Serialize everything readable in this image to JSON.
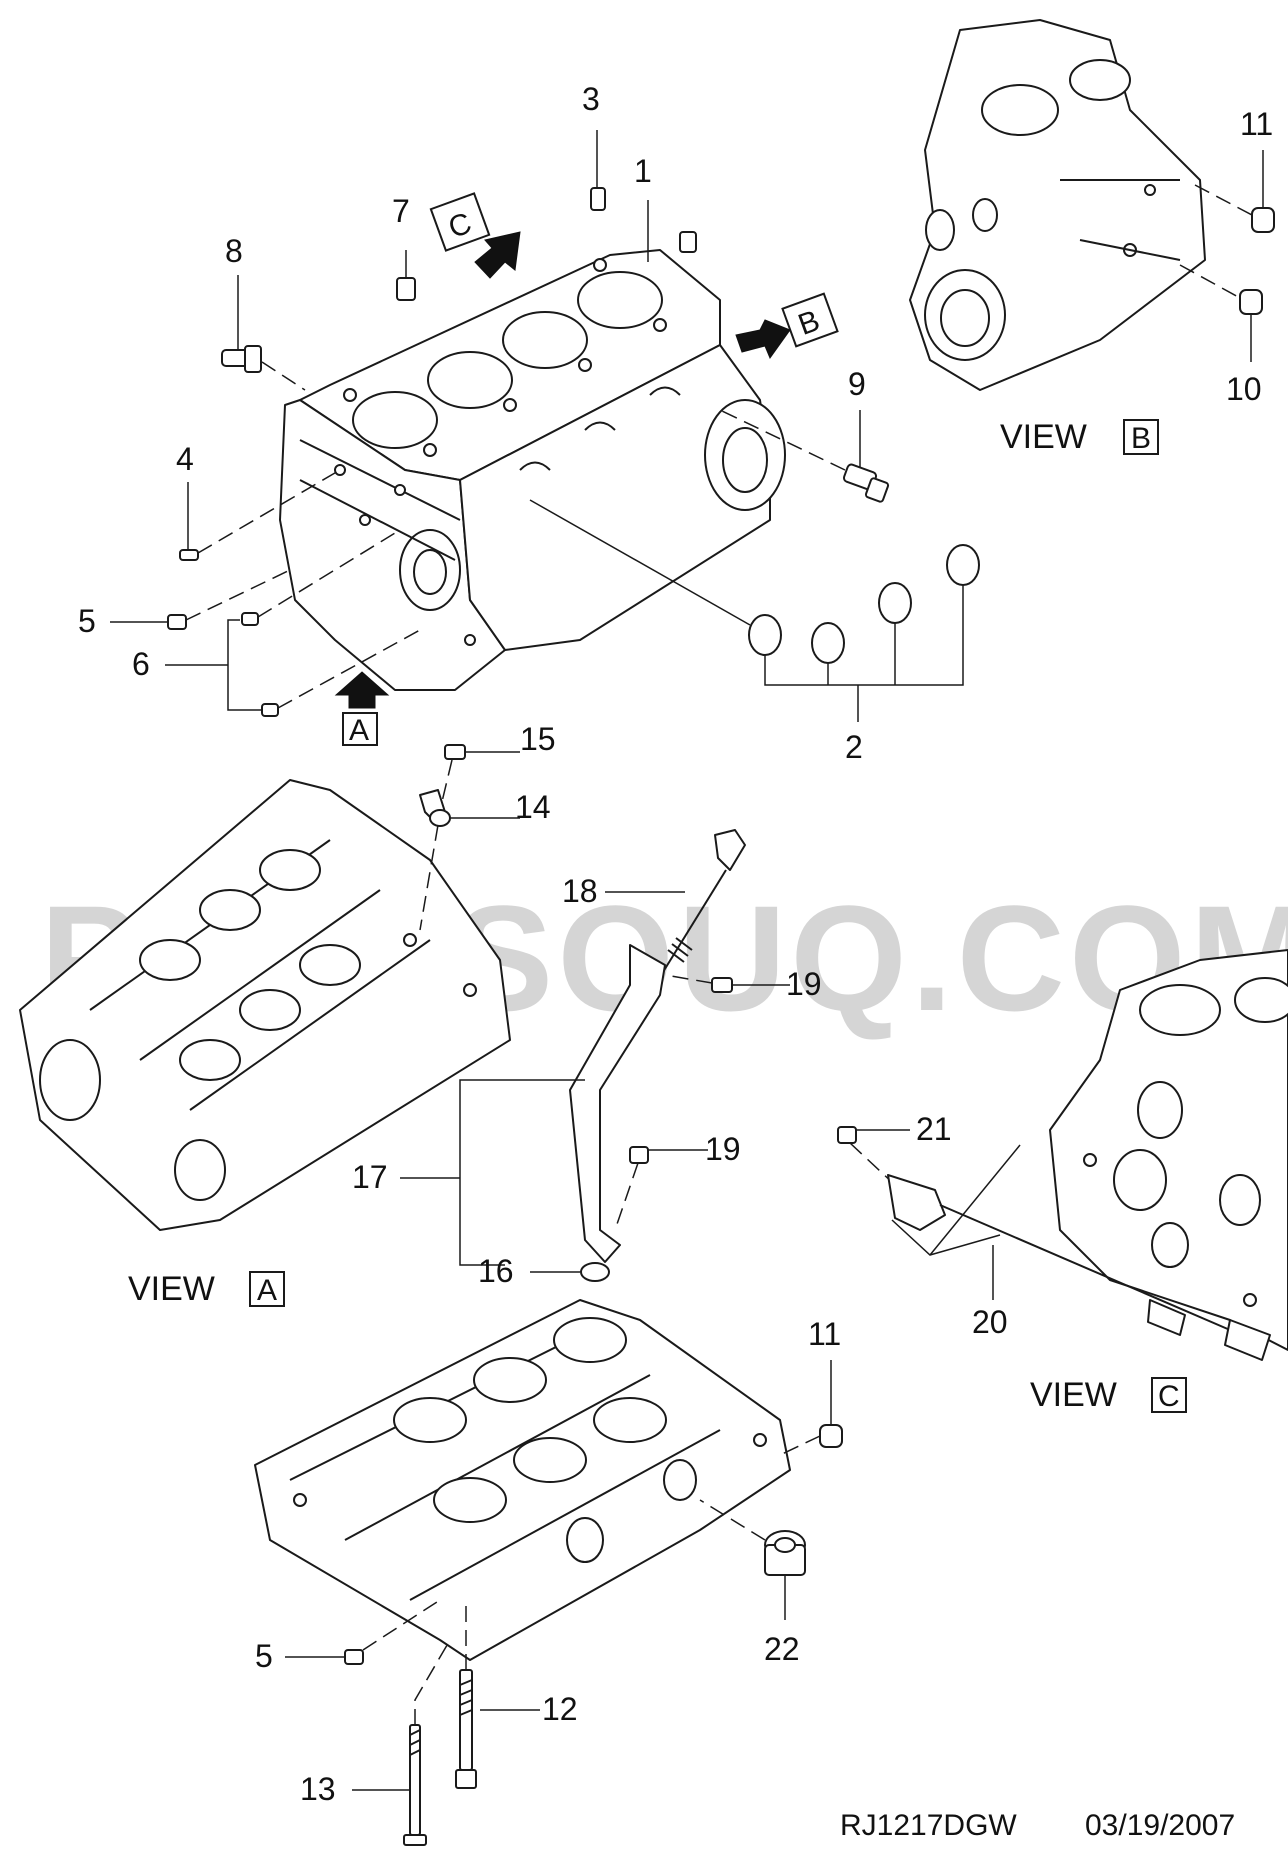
{
  "watermark": "PARTSOUQ.COM",
  "callouts": {
    "c1": "1",
    "c2": "2",
    "c3": "3",
    "c4": "4",
    "c5a": "5",
    "c5b": "5",
    "c6": "6",
    "c7": "7",
    "c8": "8",
    "c9": "9",
    "c10": "10",
    "c11a": "11",
    "c11b": "11",
    "c12": "12",
    "c13": "13",
    "c14": "14",
    "c15": "15",
    "c16": "16",
    "c17": "17",
    "c18": "18",
    "c19a": "19",
    "c19b": "19",
    "c20": "20",
    "c21": "21",
    "c22": "22"
  },
  "views": {
    "view_word": "VIEW",
    "a": "A",
    "b": "B",
    "c": "C"
  },
  "arrow_letters": {
    "a": "A",
    "b": "B",
    "c": "C"
  },
  "footer": {
    "code": "RJ1217DGW",
    "date": "03/19/2007"
  }
}
